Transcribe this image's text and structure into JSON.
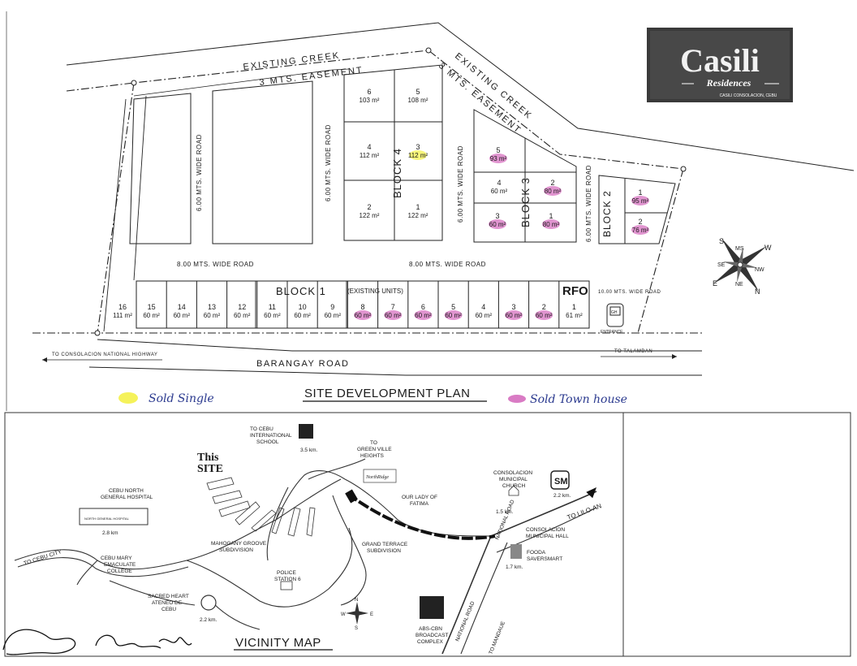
{
  "logo": {
    "brand": "Casili",
    "sub": "Residences",
    "location": "CASILI CONSOLACION, CEBU"
  },
  "site_plan": {
    "title": "SITE DEVELOPMENT PLAN",
    "creek_labels": [
      "EXISTING CREEK",
      "EXISTING CREEK"
    ],
    "easement_labels": [
      "3 MTS. EASEMENT",
      "3 MTS. EASEMENT"
    ],
    "roads": {
      "vertical_1": "6.00 MTS. WIDE ROAD",
      "vertical_2": "6.00 MTS. WIDE ROAD",
      "vertical_3": "6.00 MTS. WIDE ROAD",
      "vertical_4": "6.00 MTS. WIDE ROAD",
      "horizontal_left": "8.00 MTS. WIDE ROAD",
      "horizontal_right": "8.00 MTS. WIDE ROAD",
      "entrance_road": "10.00 MTS. WIDE ROAD",
      "barangay": "BARANGAY ROAD",
      "to_left": "TO CONSOLACION NATIONAL HIGHWAY",
      "to_right": "TO TALAMBAN"
    },
    "block_labels": {
      "block1": "BLOCK 1",
      "existing": "(EXISTING UNITS)",
      "block2": "BLOCK 2",
      "block3": "BLOCK 3",
      "block4": "BLOCK 4",
      "rfo": "RFO"
    },
    "entrance": "ENTRANCE",
    "guardhouse": "GH",
    "block4_lots": [
      {
        "n": "6",
        "a": "103 m²"
      },
      {
        "n": "5",
        "a": "108 m²"
      },
      {
        "n": "4",
        "a": "112 m²"
      },
      {
        "n": "3",
        "a": "112 m²",
        "status": "sold_single"
      },
      {
        "n": "2",
        "a": "122 m²"
      },
      {
        "n": "1",
        "a": "122 m²"
      }
    ],
    "block3_lots": [
      {
        "n": "5",
        "a": "93 m²",
        "status": "sold_townhouse"
      },
      {
        "n": "4",
        "a": "60 m²"
      },
      {
        "n": "2",
        "a": "80 m²",
        "status": "sold_townhouse"
      },
      {
        "n": "3",
        "a": "60 m²",
        "status": "sold_townhouse"
      },
      {
        "n": "1",
        "a": "80 m²",
        "status": "sold_townhouse"
      }
    ],
    "block2_lots": [
      {
        "n": "1",
        "a": "95 m²",
        "status": "sold_townhouse"
      },
      {
        "n": "2",
        "a": "76 m²",
        "status": "sold_townhouse"
      }
    ],
    "block1_lots": [
      {
        "n": "16",
        "a": "111 m²"
      },
      {
        "n": "15",
        "a": "60 m²"
      },
      {
        "n": "14",
        "a": "60 m²"
      },
      {
        "n": "13",
        "a": "60 m²"
      },
      {
        "n": "12",
        "a": "60 m²"
      },
      {
        "n": "11",
        "a": "60 m²"
      },
      {
        "n": "10",
        "a": "60 m²"
      },
      {
        "n": "9",
        "a": "60 m²"
      },
      {
        "n": "8",
        "a": "60 m²",
        "status": "sold_townhouse"
      },
      {
        "n": "7",
        "a": "60 m²",
        "status": "sold_townhouse"
      },
      {
        "n": "6",
        "a": "60 m²",
        "status": "sold_townhouse"
      },
      {
        "n": "5",
        "a": "60 m²",
        "status": "sold_townhouse"
      },
      {
        "n": "4",
        "a": "60 m²"
      },
      {
        "n": "3",
        "a": "60 m²",
        "status": "sold_townhouse"
      },
      {
        "n": "2",
        "a": "60 m²",
        "status": "sold_townhouse"
      },
      {
        "n": "1",
        "a": "61 m²"
      }
    ],
    "compass": [
      "S",
      "MS",
      "W",
      "SE",
      "NW",
      "E",
      "NE",
      "N"
    ]
  },
  "legend": {
    "sold_single": "Sold Single",
    "sold_townhouse": "Sold Town house",
    "single_color": "#f5f25a",
    "townhouse_color": "#d97bc4"
  },
  "vicinity": {
    "title": "VICINITY MAP",
    "this_site": [
      "This",
      "SITE"
    ],
    "labels": {
      "intl_school": [
        "TO CEBU",
        "INTERNATIONAL",
        "SCHOOL"
      ],
      "intl_school_dist": "3.5 km.",
      "greenville": [
        "TO",
        "GREEN VILLE",
        "HEIGHTS"
      ],
      "northridge": "NorthRidge",
      "fatima": [
        "OUR LADY OF",
        "FATIMA"
      ],
      "church": [
        "CONSOLACION",
        "MUNICIPAL",
        "CHURCH"
      ],
      "church_dist": "1.5 km.",
      "sm_dist": "2.2 km.",
      "sm": "SM",
      "lilo_an": "TO LILO-AN",
      "municipal_hall": [
        "CONSOLACION",
        "MUNICIPAL HALL"
      ],
      "fooda": [
        "FOODA",
        "SAVERSMART"
      ],
      "fooda_dist": "1.7 km.",
      "hospital": [
        "CEBU NORTH",
        "GENERAL HOSPITAL"
      ],
      "hospital_sign": "NORTH GENERAL HOSPITAL",
      "hospital_dist": "2.8 km",
      "cebu_city": "TO CEBU CITY",
      "emaculate": [
        "CEBU MARY",
        "EMACULATE",
        "COLLEGE"
      ],
      "mahogany": [
        "MAHOGANY GROOVE",
        "SUBDIVISION"
      ],
      "grand_terrace": [
        "GRAND TERRACE",
        "SUBDIVISION"
      ],
      "police": [
        "POLICE",
        "STATION 6"
      ],
      "sacred_heart": [
        "SACRED HEART",
        "ATENEO DE",
        "CEBU"
      ],
      "sacred_dist": "2.2 km.",
      "abs": [
        "ABS-CBN",
        "BROADCAST",
        "COMPLEX"
      ],
      "national_road": "NATIONAL ROAD",
      "national_road2": "NATIONAL ROAD",
      "mandaue": "TO MANDAUE"
    },
    "compass": [
      "N",
      "W",
      "E",
      "S"
    ]
  }
}
